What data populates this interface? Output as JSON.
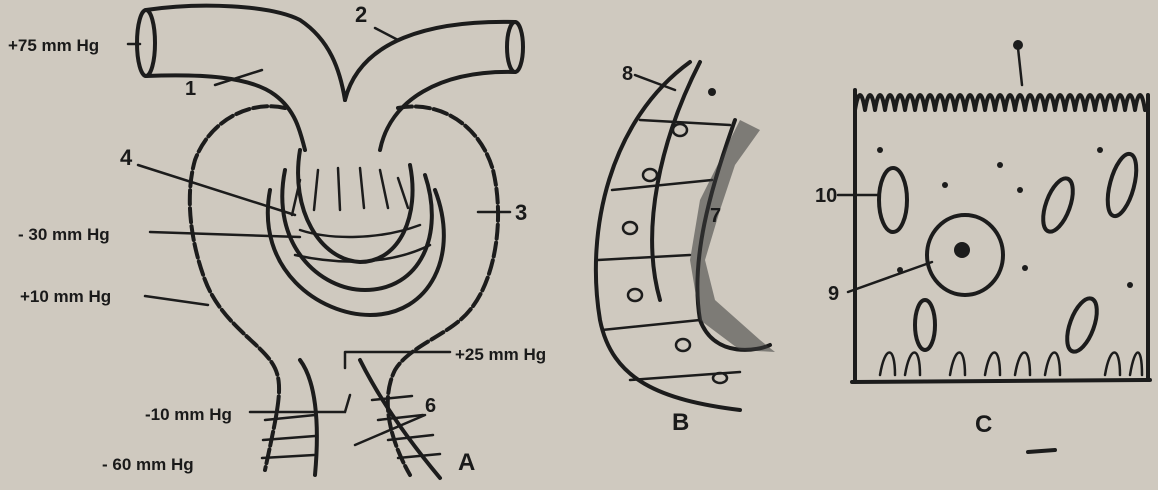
{
  "figure_a": {
    "pressures": {
      "p75": "+75 mm Hg",
      "p30": "- 30 mm Hg",
      "p10plus": "+10 mm Hg",
      "p25": "+25 mm Hg",
      "p10minus": "-10 mm Hg",
      "p60": "- 60 mm Hg"
    },
    "numbers": {
      "n1": "1",
      "n2": "2",
      "n3": "3",
      "n4": "4",
      "n6": "6"
    },
    "panel_letter": "A"
  },
  "figure_b": {
    "numbers": {
      "n7": "7",
      "n8": "8"
    },
    "panel_letter": "B"
  },
  "figure_c": {
    "numbers": {
      "n9": "9",
      "n10": "10"
    },
    "panel_letter": "C"
  }
}
